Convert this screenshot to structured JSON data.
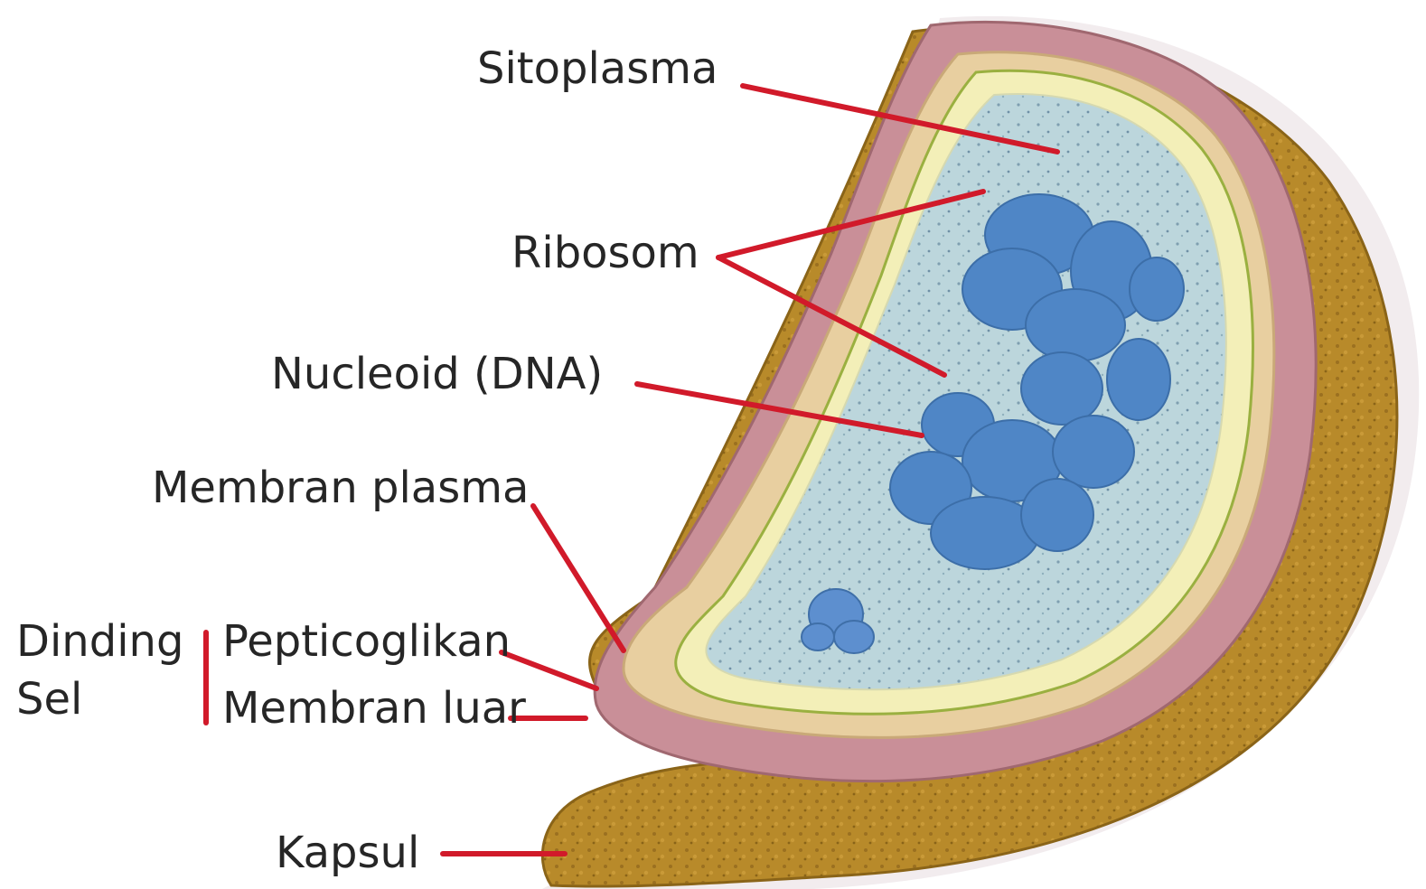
{
  "labels": {
    "sitoplasma": "Sitoplasma",
    "ribosom": "Ribosom",
    "nucleoid": "Nucleoid (DNA)",
    "membran_plasma": "Membran plasma",
    "dinding_line1": "Dinding",
    "dinding_line2": "Sel",
    "pepticoglikan": "Pepticoglikan",
    "membran_luar": "Membran luar",
    "kapsul": "Kapsul"
  },
  "colors": {
    "leader": "#d11a2a",
    "capsule": "#b88a2a",
    "capsule_dark": "#8a6418",
    "outer_membrane": "#c98f98",
    "peptidoglycan": "#e8cfa0",
    "plasma_membrane": "#f3efb8",
    "cytoplasm": "#bcd6dc",
    "nucleoid": "#4f86c6",
    "text": "#262626"
  }
}
